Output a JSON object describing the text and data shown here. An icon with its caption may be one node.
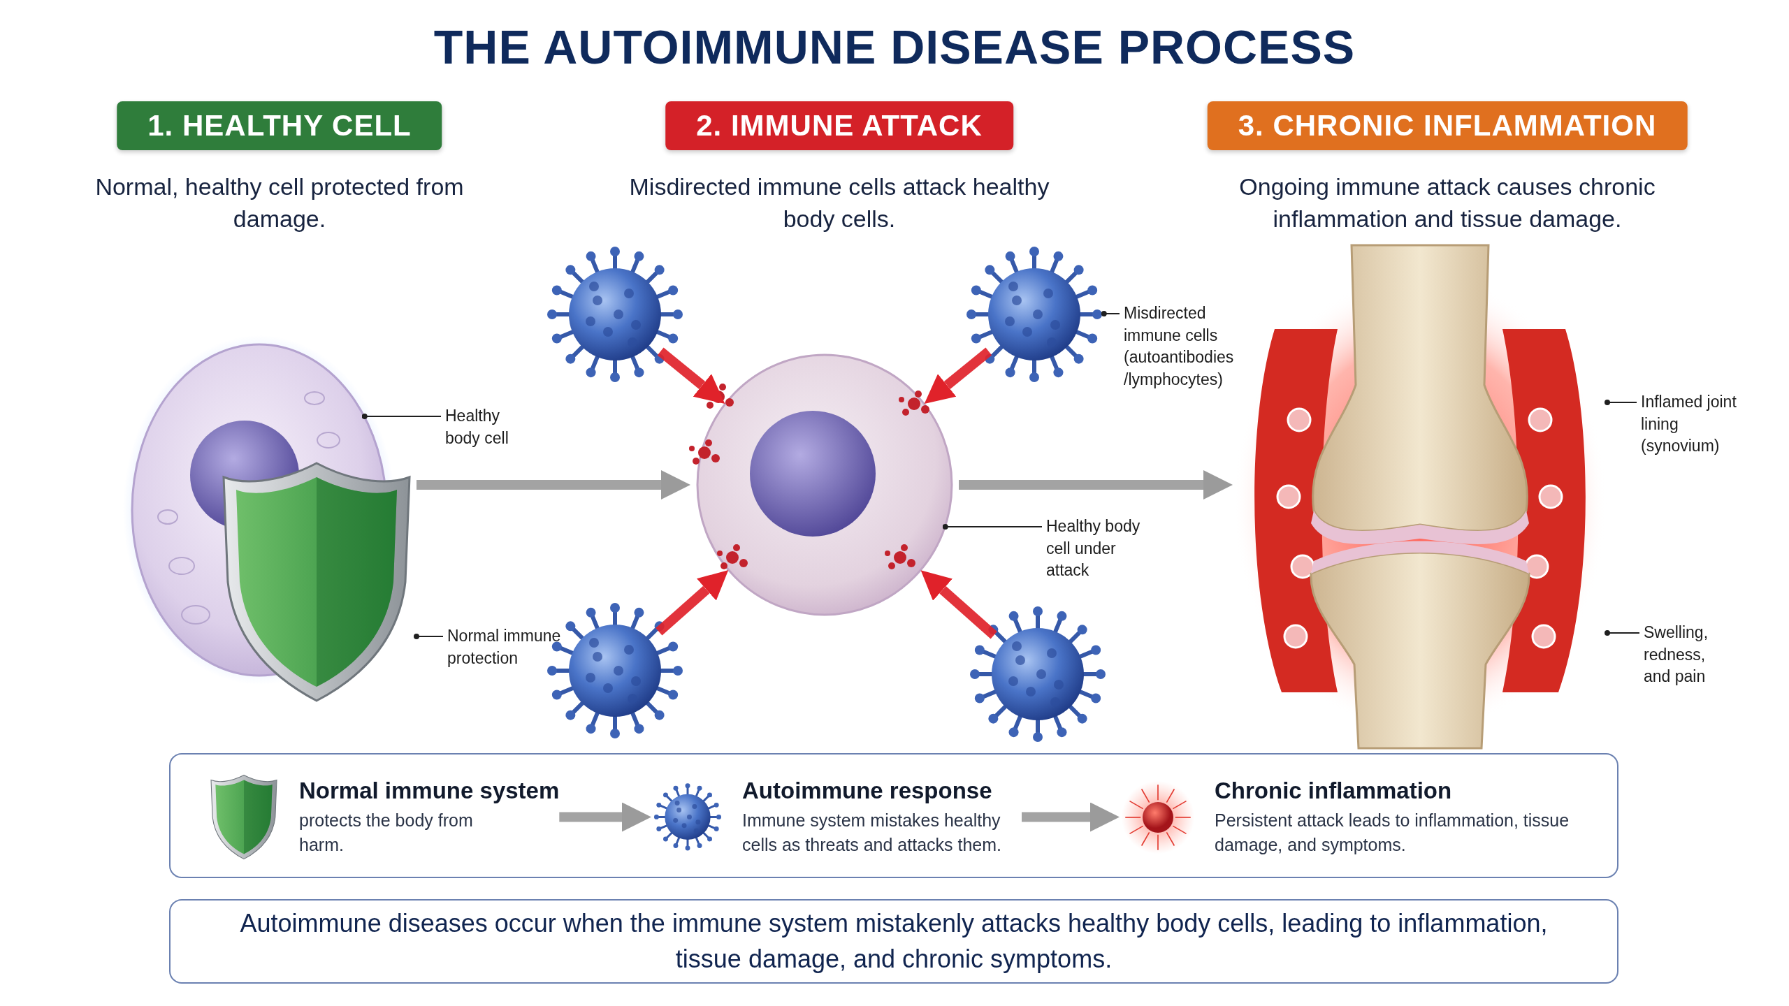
{
  "diagram": {
    "title": "THE AUTOIMMUNE DISEASE PROCESS",
    "nodes": [
      {
        "text": [
          "1. HEALTHY CELL"
        ],
        "beside": [
          "Normal, healthy cell protected from damage."
        ]
      },
      {
        "text": [],
        "shape": "picture"
      },
      {
        "text": [
          "Healthy body cell"
        ]
      },
      {
        "text": [],
        "shape": "picture"
      },
      {
        "text": [
          "Normal immune protection"
        ]
      },
      {
        "text": [
          "2. IMMUNE ATTACK"
        ],
        "beside": [
          "Misdirected immune cells attack healthy body cells."
        ]
      },
      {
        "text": [],
        "shape": "picture"
      },
      {
        "text": [],
        "shape": "picture"
      },
      {
        "text": [
          "Misdirected immune cells (autoantibodies /lymphocytes)"
        ]
      },
      {
        "text": [],
        "shape": "picture"
      },
      {
        "text": [
          "Healthy body cell under attack"
        ]
      },
      {
        "text": [],
        "shape": "picture"
      },
      {
        "text": [],
        "shape": "picture"
      },
      {
        "text": [
          "3. CHRONIC INFLAMMATION"
        ],
        "beside": [
          "Ongoing immune attack causes chronic inflammation and tissue damage."
        ]
      },
      {
        "text": [],
        "shape": "picture"
      },
      {
        "text": [
          "Inflamed joint lining (synovium)"
        ]
      },
      {
        "text": [
          "Swelling, redness, and pain"
        ]
      },
      {
        "text": [],
        "shape": "box"
      },
      {
        "text": [
          "Normal immune system",
          "protects the body from harm."
        ],
        "in": 17
      },
      {
        "text": [
          "Autoimmune response",
          "Immune system mistakes healthy cells as threats and attacks them."
        ],
        "in": 17
      },
      {
        "text": [
          "Chronic inflammation",
          "Persistent attack leads to inflammation, tissue damage, and symptoms."
        ],
        "in": 17
      },
      {
        "text": [
          "Autoimmune diseases occur when the immune system mistakenly attacks healthy body cells, leading to inflammation, tissue damage, and chronic symptoms."
        ]
      }
    ],
    "edges": [
      {
        "from": 2,
        "to": 1,
        "arrow": "other"
      },
      {
        "from": 4,
        "to": 3,
        "arrow": "other"
      },
      {
        "from": 3,
        "to": 9,
        "arrow": "to",
        "color": "#9b9b9b"
      },
      {
        "from": 6,
        "to": 9,
        "arrow": "to",
        "color": "#e0222a"
      },
      {
        "from": 7,
        "to": 9,
        "arrow": "to",
        "color": "#e0222a"
      },
      {
        "from": 11,
        "to": 9,
        "arrow": "to",
        "color": "#e0222a"
      },
      {
        "from": 12,
        "to": 9,
        "arrow": "to",
        "color": "#e0222a"
      },
      {
        "from": 8,
        "to": 7,
        "arrow": "other"
      },
      {
        "from": 10,
        "to": 9,
        "arrow": "other"
      },
      {
        "from": 9,
        "to": 14,
        "arrow": "to",
        "color": "#9b9b9b"
      },
      {
        "from": 15,
        "to": 14,
        "arrow": "other"
      },
      {
        "from": 16,
        "to": 14,
        "arrow": "other"
      },
      {
        "from": 18,
        "to": 19,
        "arrow": "to",
        "color": "#9b9b9b"
      },
      {
        "from": 19,
        "to": 20,
        "arrow": "to",
        "color": "#9b9b9b"
      }
    ]
  }
}
